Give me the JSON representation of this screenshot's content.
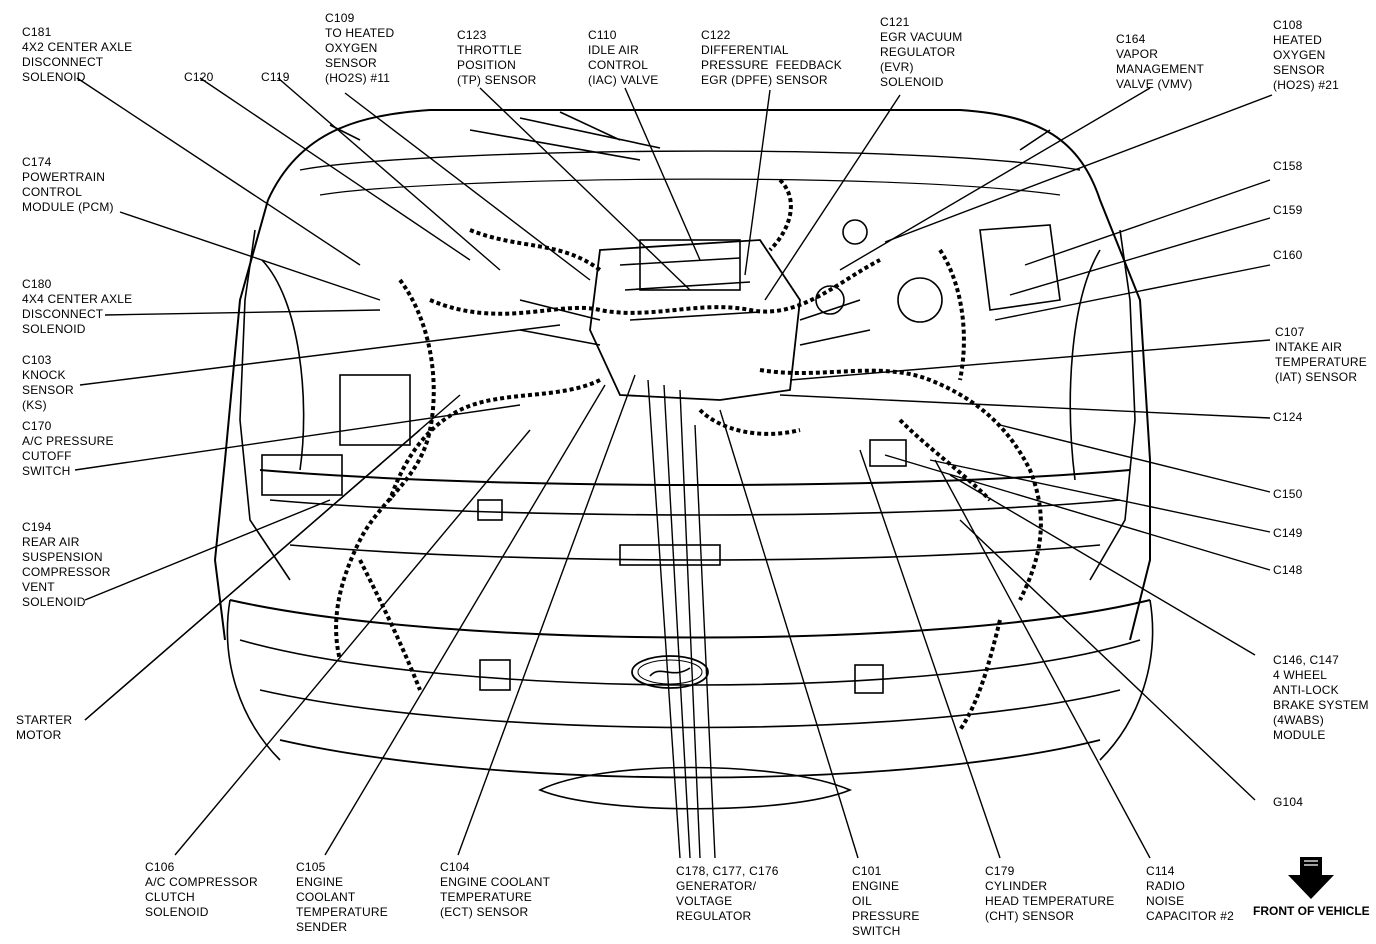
{
  "labels": {
    "c181": [
      "C181",
      "4X2 CENTER AXLE",
      "DISCONNECT",
      "SOLENOID"
    ],
    "c120": [
      "C120"
    ],
    "c119": [
      "C119"
    ],
    "c109": [
      "C109",
      "TO HEATED",
      "OXYGEN",
      "SENSOR",
      "(HO2S) #11"
    ],
    "c123": [
      "C123",
      "THROTTLE",
      "POSITION",
      "(TP) SENSOR"
    ],
    "c110": [
      "C110",
      "IDLE AIR",
      "CONTROL",
      "(IAC) VALVE"
    ],
    "c122": [
      "C122",
      "DIFFERENTIAL",
      "PRESSURE  FEEDBACK",
      "EGR (DPFE) SENSOR"
    ],
    "c121": [
      "C121",
      "EGR VACUUM",
      "REGULATOR",
      "(EVR)",
      "SOLENOID"
    ],
    "c164": [
      "C164",
      "VAPOR",
      "MANAGEMENT",
      "VALVE (VMV)"
    ],
    "c108": [
      "C108",
      "HEATED",
      "OXYGEN",
      "SENSOR",
      "(HO2S) #21"
    ],
    "c174": [
      "C174",
      "POWERTRAIN",
      "CONTROL",
      "MODULE (PCM)"
    ],
    "c158": [
      "C158"
    ],
    "c159": [
      "C159"
    ],
    "c160": [
      "C160"
    ],
    "c180": [
      "C180",
      "4X4 CENTER AXLE",
      "DISCONNECT",
      "SOLENOID"
    ],
    "c107": [
      "C107",
      "INTAKE AIR",
      "TEMPERATURE",
      "(IAT) SENSOR"
    ],
    "c103": [
      "C103",
      "KNOCK",
      "SENSOR",
      "(KS)"
    ],
    "c124": [
      "C124"
    ],
    "c170": [
      "C170",
      "A/C PRESSURE",
      "CUTOFF",
      "SWITCH"
    ],
    "c150": [
      "C150"
    ],
    "c149": [
      "C149"
    ],
    "c148": [
      "C148"
    ],
    "c194": [
      "C194",
      "REAR AIR",
      "SUSPENSION",
      "COMPRESSOR",
      "VENT",
      "SOLENOID"
    ],
    "c146": [
      "C146, C147",
      "4 WHEEL",
      "ANTI-LOCK",
      "BRAKE SYSTEM",
      "(4WABS)",
      "MODULE"
    ],
    "starter": [
      "STARTER",
      "MOTOR"
    ],
    "g104": [
      "G104"
    ],
    "c106": [
      "C106",
      "A/C COMPRESSOR",
      "CLUTCH",
      "SOLENOID"
    ],
    "c105": [
      "C105",
      "ENGINE",
      "COOLANT",
      "TEMPERATURE",
      "SENDER"
    ],
    "c104": [
      "C104",
      "ENGINE COOLANT",
      "TEMPERATURE",
      "(ECT) SENSOR"
    ],
    "c178": [
      "C178, C177, C176",
      "GENERATOR/",
      "VOLTAGE",
      "REGULATOR"
    ],
    "c101": [
      "C101",
      "ENGINE",
      "OIL",
      "PRESSURE",
      "SWITCH"
    ],
    "c179": [
      "C179",
      "CYLINDER",
      "HEAD TEMPERATURE",
      "(CHT) SENSOR"
    ],
    "c114": [
      "C114",
      "RADIO",
      "NOISE",
      "CAPACITOR #2"
    ]
  },
  "front_of_vehicle": "FRONT OF VEHICLE",
  "icons": {
    "front_arrow": "down-arrow-icon"
  },
  "colors": {
    "ink": "#000000",
    "paper": "#ffffff"
  }
}
